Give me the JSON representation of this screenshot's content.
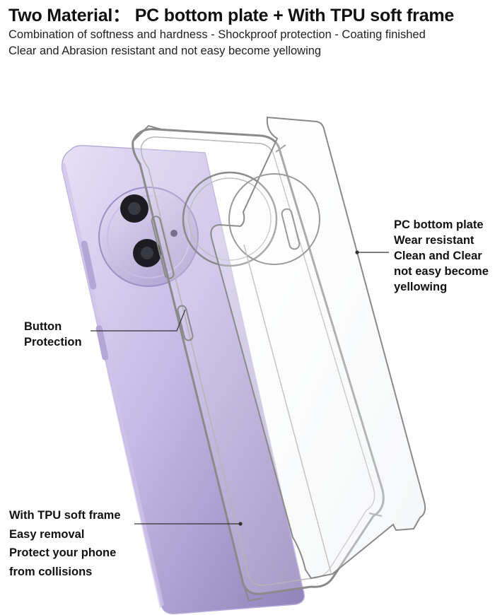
{
  "header": {
    "title": "Two Material：  PC bottom plate + With TPU soft frame",
    "subtitle_1": "Combination of softness and hardness - Shockproof protection - Coating finished",
    "subtitle_2": "Clear and Abrasion resistant and not easy become yellowing"
  },
  "callouts": {
    "pc_plate": [
      "PC bottom plate",
      "Wear resistant",
      "Clean and Clear",
      "not easy become",
      "yellowing"
    ],
    "button": [
      "Button",
      "Protection"
    ],
    "tpu_frame": [
      "With TPU soft frame",
      "Easy removal",
      "Protect your phone",
      "from collisions"
    ]
  },
  "colors": {
    "phone_light": "#d8cfee",
    "phone_dark": "#8f82b8",
    "frame_edge": "#9a9a9a",
    "leader_line": "#333333"
  }
}
